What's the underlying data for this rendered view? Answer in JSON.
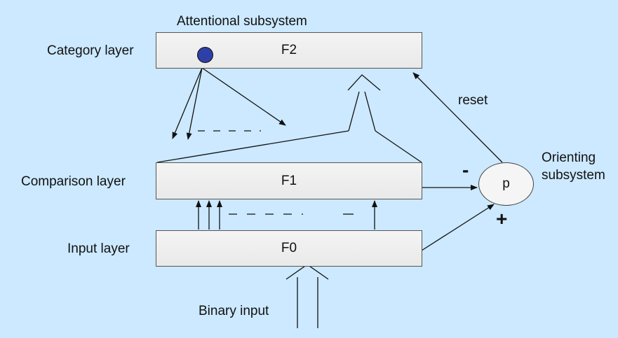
{
  "title": "Attentional subsystem",
  "layers": {
    "category": {
      "label": "Category layer",
      "box": "F2"
    },
    "comparison": {
      "label": "Comparison layer",
      "box": "F1"
    },
    "input": {
      "label": "Input layer",
      "box": "F0"
    }
  },
  "orienting": {
    "node": "p",
    "label_line1": "Orienting",
    "label_line2": "subsystem",
    "minus": "-",
    "plus": "+"
  },
  "reset_label": "reset",
  "binary_input_label": "Binary input",
  "colors": {
    "background": "#cce9ff",
    "dot": "#2e3fa8",
    "line": "#111111"
  }
}
